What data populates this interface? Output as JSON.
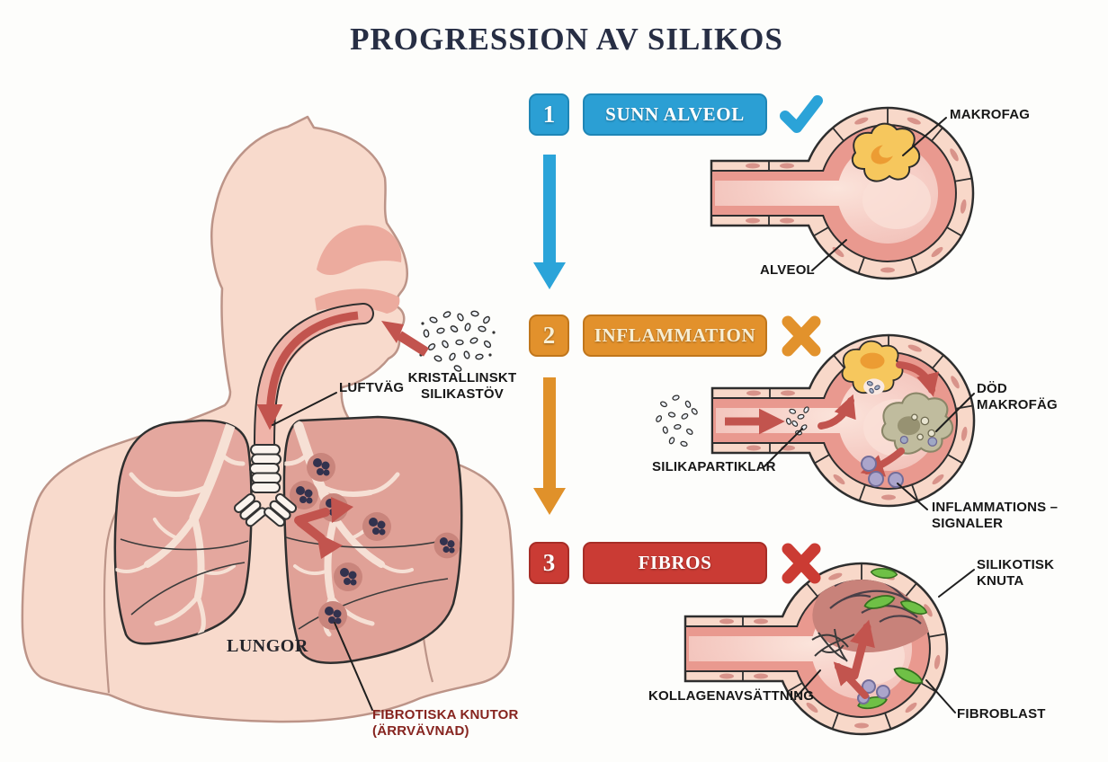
{
  "title": "PROGRESSION AV SILIKOS",
  "stages": [
    {
      "number": "1",
      "label": "SUNN ALVEOL",
      "color": "#2B9FD4",
      "status": "check"
    },
    {
      "number": "2",
      "label": "INFLAMMATION",
      "color": "#E2912C",
      "status": "cross"
    },
    {
      "number": "3",
      "label": "FIBROS",
      "color": "#CA3B34",
      "status": "cross"
    }
  ],
  "body_labels": {
    "airway": "LUFTVÄG",
    "dust": "KRISTALLINSKT\nSILIKASTÖV",
    "lungs": "LUNGOR",
    "fibrotic_nodules": "FIBROTISKA KNUTOR\n(ÄRRVÄVNAD)"
  },
  "alveolus1_labels": {
    "macrophage": "MAKROFAG",
    "alveolus": "ALVEOL"
  },
  "alveolus2_labels": {
    "silica_particles": "SILIKAPARTIKLAR",
    "dead_macrophage": "DÖD\nMAKROFÄG",
    "inflammation_signals": "INFLAMMATIONS –\nSIGNALER"
  },
  "alveolus3_labels": {
    "silicotic_nodule": "SILIKOTISK\nKNUTA",
    "collagen_deposit": "KOLLAGENAVSÄTTNING",
    "fibroblast": "FIBROBLAST"
  },
  "colors": {
    "title": "#272E44",
    "stage1_blue": "#2B9FD4",
    "stage2_orange": "#E2912C",
    "stage3_red": "#CA3B34",
    "checkmark": "#2BA3D8",
    "skin": "#F8DACC",
    "lung_pink": "#E4A79E",
    "alveolus_wall": "#E9998F",
    "macrophage_yellow": "#F6C75D",
    "dead_macrophage_olive": "#C0BC9E",
    "fibroblast_green": "#6FC046",
    "signal_dot_purple": "#ABA5CB",
    "arrow_red": "#C2544E",
    "label_black": "#171717",
    "fibrotic_label_maroon": "#86241F"
  }
}
